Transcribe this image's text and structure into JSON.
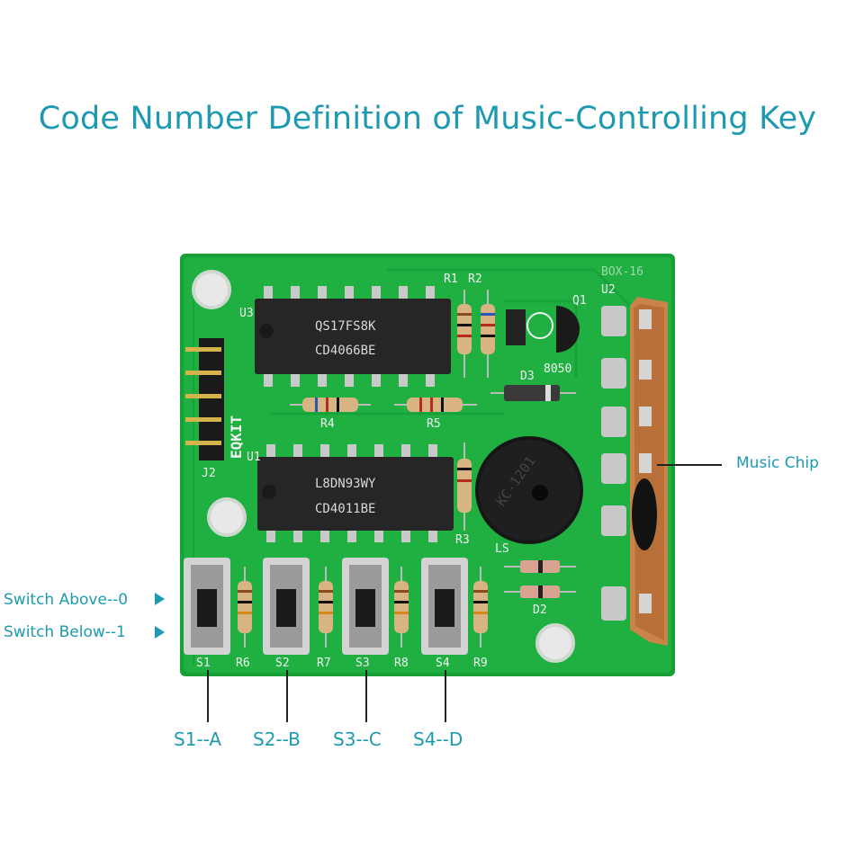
{
  "title": "Code Number Definition of Music-Controlling Key",
  "board": {
    "silkscreen": {
      "box": "BOX-16",
      "brand": "EQKIT",
      "u1": "U1",
      "u2": "U2",
      "u3": "U3",
      "j2": "J2",
      "q1": "Q1",
      "q1_part": "8050",
      "d3": "D3",
      "d2": "D2",
      "l": "LS",
      "r1": "R1",
      "r2": "R2",
      "r3": "R3",
      "r4": "R4",
      "r5": "R5",
      "r6": "R6",
      "r7": "R7",
      "r8": "R8",
      "r9": "R9",
      "s1": "S1",
      "s2": "S2",
      "s3": "S3",
      "s4": "S4"
    },
    "chip_top": {
      "line1": "QS17FS8K",
      "line2": "CD4066BE"
    },
    "chip_bottom": {
      "line1": "L8DN93WY",
      "line2": "CD4011BE"
    },
    "buzzer_text": "KC-1201"
  },
  "callouts": {
    "music_chip": "Music Chip",
    "switch_above": "Switch Above--0",
    "switch_below": "Switch Below--1"
  },
  "keys": [
    {
      "label": "S1--A"
    },
    {
      "label": "S2--B"
    },
    {
      "label": "S3--C"
    },
    {
      "label": "S4--D"
    }
  ],
  "colors": {
    "accent": "#1d9ab1",
    "pcb": "#1aa33a",
    "ic": "#262626"
  }
}
